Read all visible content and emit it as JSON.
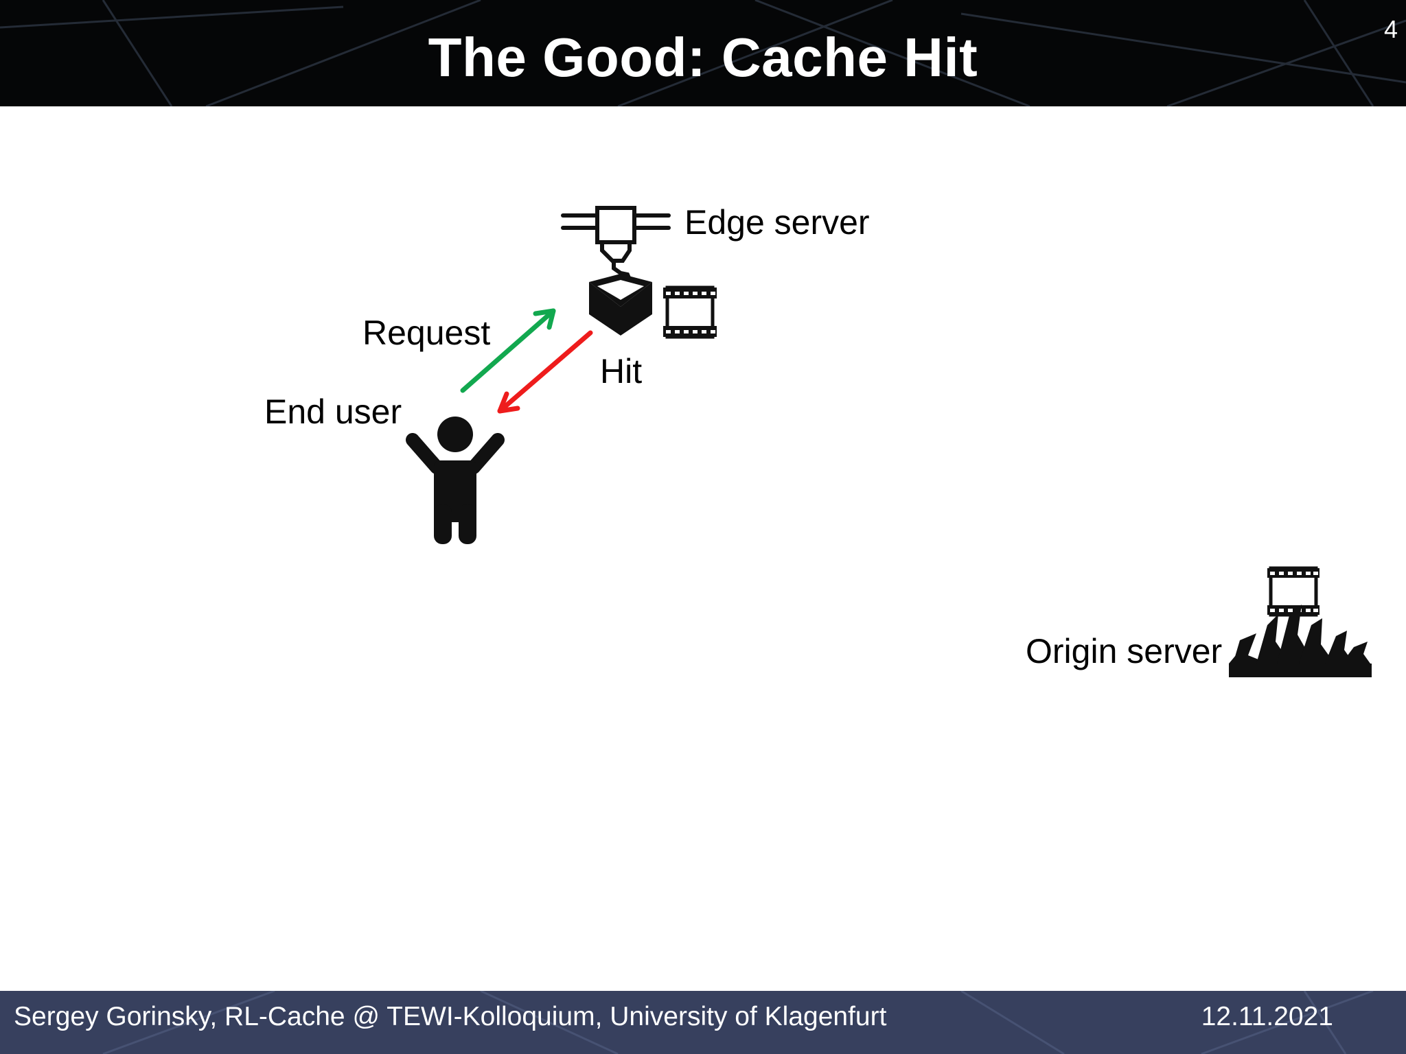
{
  "slide": {
    "title": "The Good: Cache Hit",
    "page_number": "4"
  },
  "diagram": {
    "labels": {
      "edge_server": "Edge server",
      "request": "Request",
      "hit": "Hit",
      "end_user": "End user",
      "origin_server": "Origin server"
    },
    "arrows": {
      "request_color": "#12a84f",
      "response_color": "#ee1c1c"
    },
    "icons": {
      "edge_server": "edge-server-machine-icon",
      "cache_box": "box-icon",
      "cached_content": "film-strip-icon",
      "end_user": "person-icon",
      "origin_content": "film-strip-icon",
      "origin_server": "opera-house-icon"
    }
  },
  "footer": {
    "text": "Sergey Gorinsky, RL-Cache @ TEWI-Kolloquium, University of Klagenfurt",
    "date": "12.11.2021"
  },
  "colors": {
    "title_bar": "#050607",
    "footer_bar": "#37405e"
  }
}
